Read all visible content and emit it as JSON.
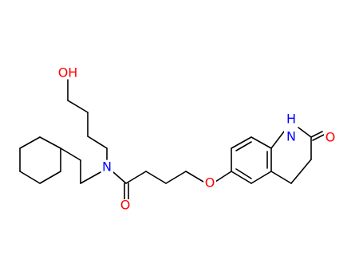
{
  "atoms": [
    {
      "id": "OH",
      "text": "OH",
      "color": "#ff0000"
    },
    {
      "id": "N_amide",
      "text": "N",
      "color": "#0000ff"
    },
    {
      "id": "O_carbonyl",
      "text": "O",
      "color": "#ff0000"
    },
    {
      "id": "O_ether",
      "text": "O",
      "color": "#ff0000"
    },
    {
      "id": "NH",
      "text": "N",
      "color": "#0000ff"
    },
    {
      "id": "H_on_N",
      "text": "H",
      "color": "#0000ff"
    },
    {
      "id": "O_lactam",
      "text": "O",
      "color": "#ff0000"
    }
  ]
}
